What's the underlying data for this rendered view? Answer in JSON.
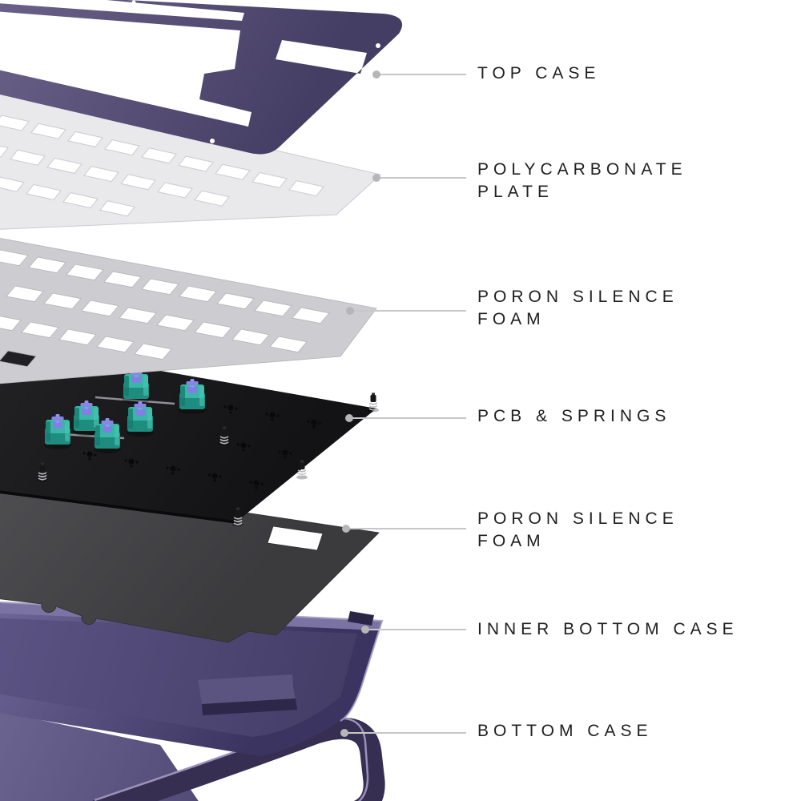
{
  "diagram": {
    "kind": "keyboard-exploded-view",
    "background_color": "#ffffff"
  },
  "labels": [
    {
      "id": "top-case",
      "lines": [
        "TOP CASE"
      ]
    },
    {
      "id": "polycarbonate-plate",
      "lines": [
        "POLYCARBONATE",
        "PLATE"
      ]
    },
    {
      "id": "poron-silence-foam-upper",
      "lines": [
        "PORON SILENCE",
        "FOAM"
      ]
    },
    {
      "id": "pcb-and-springs",
      "lines": [
        "PCB & SPRINGS"
      ]
    },
    {
      "id": "poron-silence-foam-lower",
      "lines": [
        "PORON SILENCE",
        "FOAM"
      ]
    },
    {
      "id": "inner-bottom-case",
      "lines": [
        "INNER BOTTOM CASE"
      ]
    },
    {
      "id": "bottom-case",
      "lines": [
        "BOTTOM CASE"
      ]
    }
  ],
  "parts": [
    {
      "name": "top-case",
      "color": "#554c74"
    },
    {
      "name": "polycarbonate-plate",
      "color": "#e9e9ec"
    },
    {
      "name": "poron-silence-foam-upper",
      "color": "#cdcdd1"
    },
    {
      "name": "pcb",
      "color": "#1a1a1c"
    },
    {
      "name": "switches",
      "color": "#2fb3a2"
    },
    {
      "name": "switch-stems",
      "color": "#8e90e8"
    },
    {
      "name": "springs",
      "color": "#b9b9bd"
    },
    {
      "name": "poron-silence-foam-lower",
      "color": "#454548"
    },
    {
      "name": "inner-bottom-case",
      "color": "#544c77"
    },
    {
      "name": "bottom-case",
      "color": "#362f52"
    }
  ],
  "leader_style": {
    "line_color": "#c7c7c9",
    "dot_color": "#b6b6b8",
    "text_color": "#202020"
  }
}
